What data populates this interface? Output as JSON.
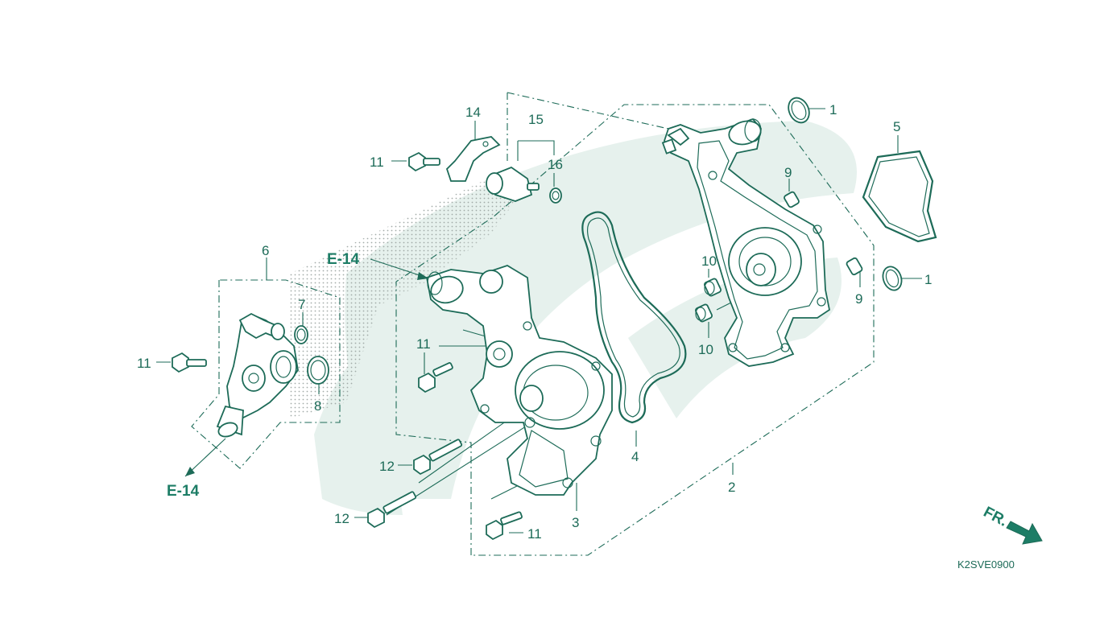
{
  "diagram": {
    "code": "K2SVE0900",
    "front_marker": "FR.",
    "references": [
      "E-14",
      "E-14"
    ],
    "callouts": [
      {
        "id": "c1a",
        "text": "1"
      },
      {
        "id": "c1b",
        "text": "1"
      },
      {
        "id": "c2",
        "text": "2"
      },
      {
        "id": "c3",
        "text": "3"
      },
      {
        "id": "c4",
        "text": "4"
      },
      {
        "id": "c5",
        "text": "5"
      },
      {
        "id": "c6",
        "text": "6"
      },
      {
        "id": "c7",
        "text": "7"
      },
      {
        "id": "c8",
        "text": "8"
      },
      {
        "id": "c9a",
        "text": "9"
      },
      {
        "id": "c9b",
        "text": "9"
      },
      {
        "id": "c10a",
        "text": "10"
      },
      {
        "id": "c10b",
        "text": "10"
      },
      {
        "id": "c11a",
        "text": "11"
      },
      {
        "id": "c11b",
        "text": "11"
      },
      {
        "id": "c11c",
        "text": "11"
      },
      {
        "id": "c11d",
        "text": "11"
      },
      {
        "id": "c12a",
        "text": "12"
      },
      {
        "id": "c12b",
        "text": "12"
      },
      {
        "id": "c14",
        "text": "14"
      },
      {
        "id": "c15",
        "text": "15"
      },
      {
        "id": "c16",
        "text": "16"
      }
    ]
  },
  "colors": {
    "ink": "#1d6b58",
    "watermark": "#e6f1ed"
  }
}
